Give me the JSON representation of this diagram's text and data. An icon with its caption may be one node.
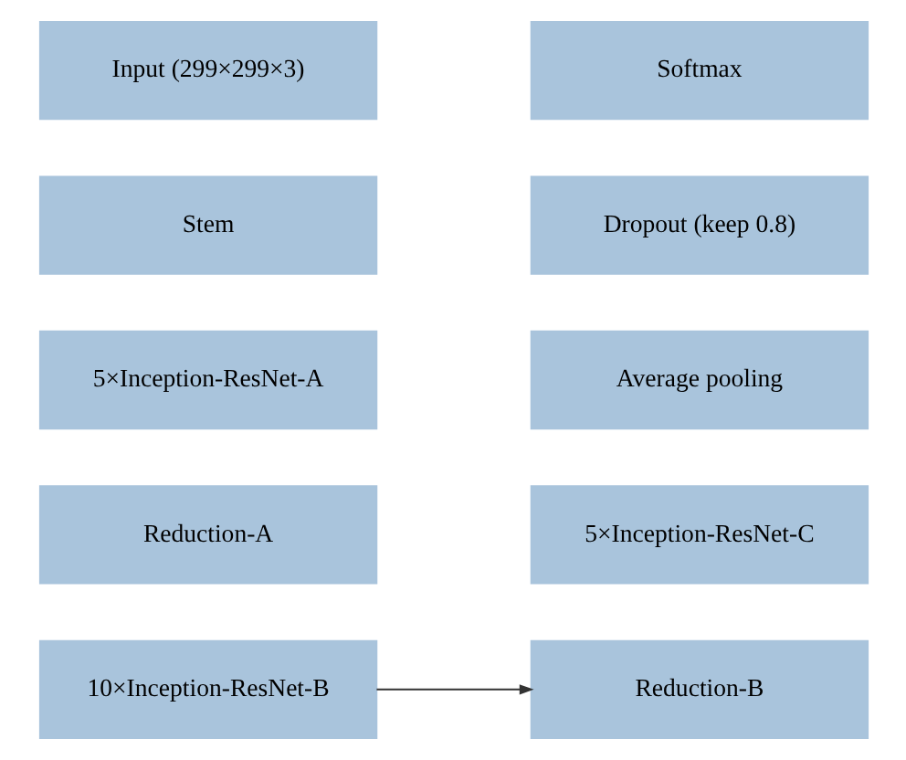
{
  "diagram": {
    "nodes": [
      {
        "text": [
          "Input (299×299×3)"
        ]
      },
      {
        "text": [
          "Softmax"
        ]
      },
      {
        "text": [
          "Stem"
        ]
      },
      {
        "text": [
          "Dropout (keep 0.8)"
        ]
      },
      {
        "text": [
          "5×Inception-ResNet-A"
        ]
      },
      {
        "text": [
          "Average pooling"
        ]
      },
      {
        "text": [
          "Reduction-A"
        ]
      },
      {
        "text": [
          "5×Inception-ResNet-C"
        ]
      },
      {
        "text": [
          "10×Inception-ResNet-B"
        ]
      },
      {
        "text": [
          "Reduction-B"
        ]
      }
    ],
    "edges": [
      {
        "from": 8,
        "to": 9,
        "arrow": "to"
      }
    ]
  }
}
